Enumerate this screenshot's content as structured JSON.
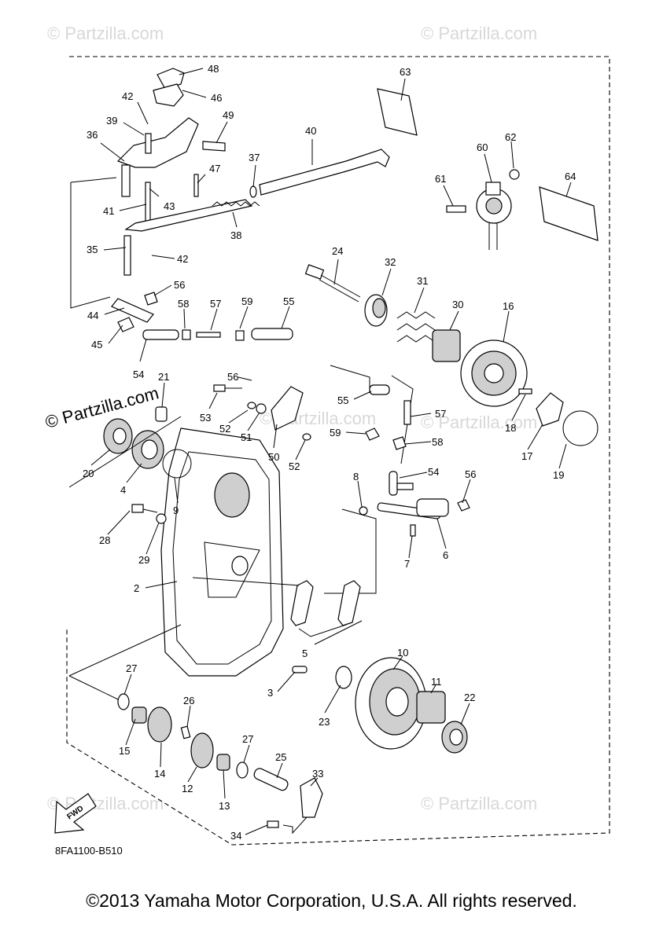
{
  "watermarks": [
    "© Partzilla.com",
    "© Partzilla.com",
    "© Partzilla.com",
    "© Partzilla.com",
    "© Partzilla.com",
    "© Partzilla.com"
  ],
  "main_watermark": "© Partzilla.com",
  "diagram_code": "8FA1100-B510",
  "fwd_label": "FWD",
  "copyright": "©2013 Yamaha Motor Corporation, U.S.A. All rights reserved.",
  "callouts": [
    "48",
    "46",
    "42",
    "39",
    "49",
    "36",
    "47",
    "43",
    "41",
    "35",
    "42",
    "37",
    "40",
    "38",
    "56",
    "58",
    "57",
    "59",
    "55",
    "44",
    "45",
    "54",
    "63",
    "60",
    "62",
    "61",
    "64",
    "24",
    "32",
    "31",
    "30",
    "16",
    "21",
    "56",
    "53",
    "52",
    "51",
    "50",
    "52",
    "55",
    "57",
    "59",
    "58",
    "54",
    "18",
    "17",
    "19",
    "20",
    "4",
    "9",
    "8",
    "56",
    "28",
    "29",
    "7",
    "6",
    "2",
    "5",
    "3",
    "10",
    "11",
    "22",
    "23",
    "27",
    "26",
    "15",
    "14",
    "27",
    "12",
    "13",
    "25",
    "33",
    "34"
  ]
}
